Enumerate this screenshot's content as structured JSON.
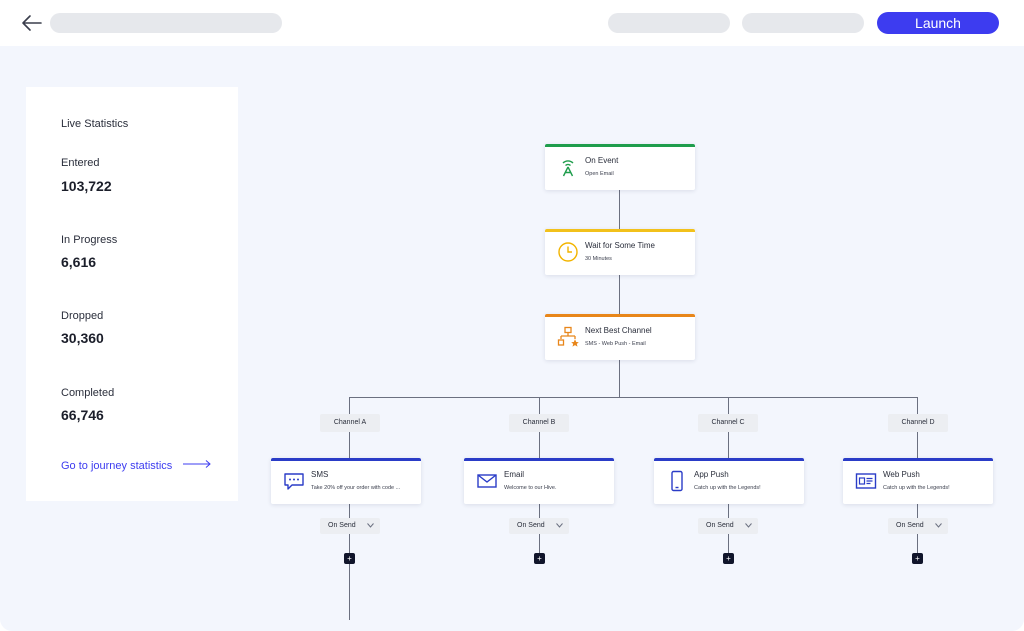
{
  "header": {
    "launch_label": "Launch"
  },
  "stats": {
    "title": "Live Statistics",
    "items": [
      {
        "label": "Entered",
        "value": "103,722"
      },
      {
        "label": "In Progress",
        "value": "6,616"
      },
      {
        "label": "Dropped",
        "value": "30,360"
      },
      {
        "label": "Completed",
        "value": "66,746"
      }
    ],
    "link_label": "Go to journey statistics"
  },
  "flow": {
    "on_event": {
      "title": "On Event",
      "subtitle": "Open Email",
      "color": "#1f9d4c",
      "icon": "antenna-icon"
    },
    "wait": {
      "title": "Wait for Some Time",
      "subtitle": "30 Minutes",
      "color": "#f2c11b",
      "icon": "clock-icon"
    },
    "best_channel": {
      "title": "Next Best Channel",
      "subtitle": "SMS - Web Push - Email",
      "color": "#e8861a",
      "icon": "network-star-icon"
    },
    "channels": [
      {
        "branch": "Channel A",
        "title": "SMS",
        "subtitle": "Take 20% off your order with code ...",
        "icon": "sms-icon",
        "on_send": "On Send",
        "plus": "+"
      },
      {
        "branch": "Channel B",
        "title": "Email",
        "subtitle": "Welcome to our Hive.",
        "icon": "email-icon",
        "on_send": "On Send",
        "plus": "+"
      },
      {
        "branch": "Channel C",
        "title": "App Push",
        "subtitle": "Catch up with the Legends!",
        "icon": "phone-icon",
        "on_send": "On Send",
        "plus": "+"
      },
      {
        "branch": "Channel D",
        "title": "Web Push",
        "subtitle": "Catch up with the Legends!",
        "icon": "browser-icon",
        "on_send": "On Send",
        "plus": "+"
      }
    ],
    "channel_color": "#2a3cc7"
  }
}
